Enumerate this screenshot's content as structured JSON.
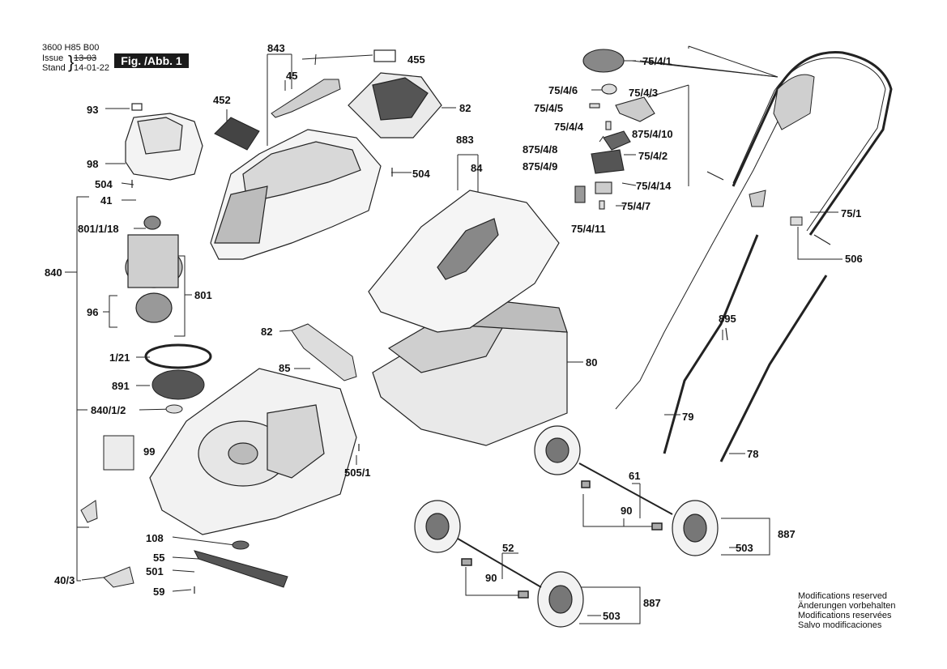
{
  "header": {
    "doc_number": "3600 H85 B00",
    "issue_label": "Issue",
    "issue_value": "13-03",
    "stand_label": "Stand",
    "stand_value": "14-01-22",
    "figure": "Fig. /Abb. 1"
  },
  "labels": {
    "p843": "843",
    "p45": "45",
    "p455": "455",
    "p82a": "82",
    "p452": "452",
    "p93": "93",
    "p98": "98",
    "p504a": "504",
    "p41": "41",
    "p801_1_18": "801/1/18",
    "p840": "840",
    "p801": "801",
    "p96": "96",
    "p1_21": "1/21",
    "p891": "891",
    "p840_1_2": "840/1/2",
    "p99": "99",
    "p40_3": "40/3",
    "p108": "108",
    "p55": "55",
    "p501": "501",
    "p59": "59",
    "p504b": "504",
    "p883": "883",
    "p84": "84",
    "p82b": "82",
    "p85": "85",
    "p80": "80",
    "p505_1": "505/1",
    "p75_4_1": "75/4/1",
    "p75_4_6": "75/4/6",
    "p75_4_3": "75/4/3",
    "p75_4_5": "75/4/5",
    "p75_4_4": "75/4/4",
    "p875_4_10": "875/4/10",
    "p875_4_8": "875/4/8",
    "p75_4_2": "75/4/2",
    "p875_4_9": "875/4/9",
    "p75_4_14": "75/4/14",
    "p75_4_7": "75/4/7",
    "p75_4_11": "75/4/11",
    "p75_1": "75/1",
    "p506": "506",
    "p895": "895",
    "p79": "79",
    "p78": "78",
    "p61": "61",
    "p90a": "90",
    "p887a": "887",
    "p503a": "503",
    "p52": "52",
    "p90b": "90",
    "p887b": "887",
    "p503b": "503"
  },
  "notes": [
    "Modifications reserved",
    "Änderungen vorbehalten",
    "Modifications reservées",
    "Salvo modificaciones"
  ]
}
